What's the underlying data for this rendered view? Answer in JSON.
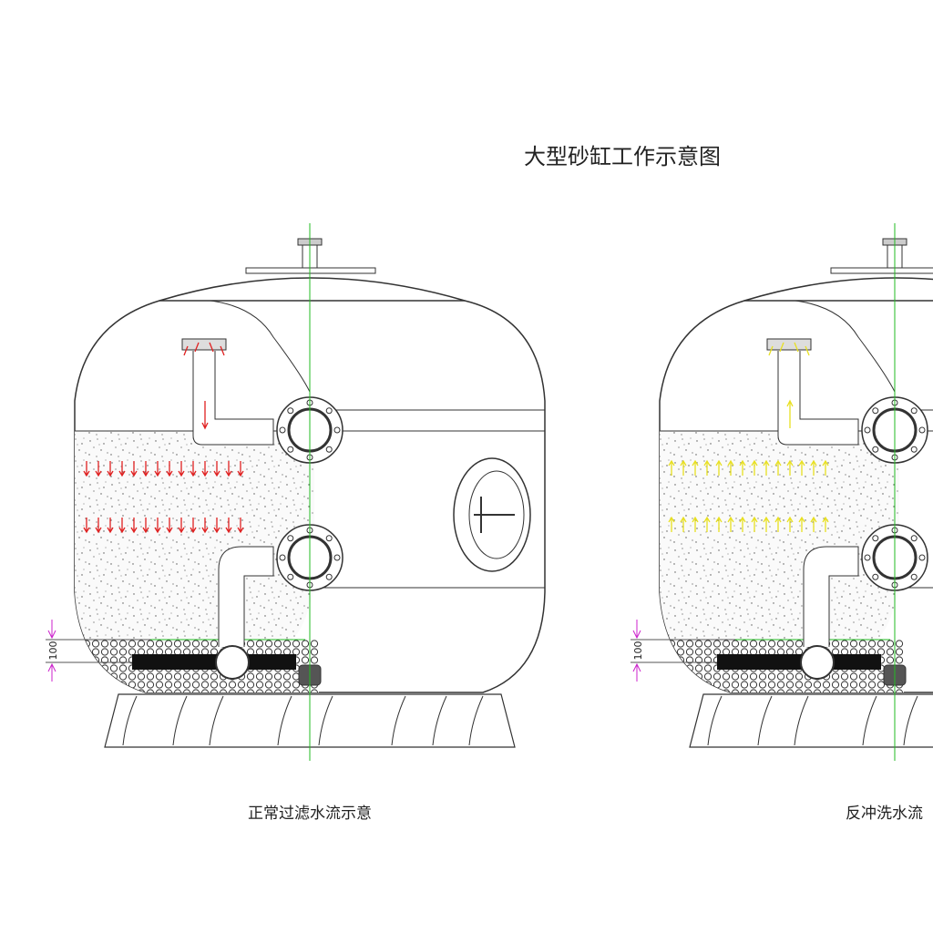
{
  "title": "大型砂缸工作示意图",
  "diagrams": [
    {
      "caption": "正常过滤水流示意",
      "flow": "down",
      "arrow_color": "#e02020"
    },
    {
      "caption": "反冲洗水流",
      "flow": "up",
      "arrow_color": "#e8e020"
    }
  ],
  "dimension_label": "100",
  "colors": {
    "line": "#333333",
    "centerline": "#22bb22",
    "dimension": "#cc22cc",
    "sand_dot": "#555555"
  }
}
